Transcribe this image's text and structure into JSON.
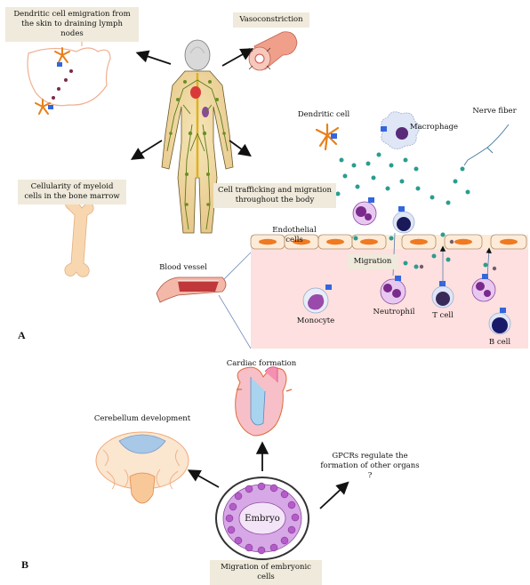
{
  "panel_a": {
    "letter": "A",
    "labels": {
      "dendritic_migration": "Dendritic cell emigration from the skin to draining lymph nodes",
      "vasoconstriction": "Vasoconstriction",
      "myeloid_cellularity": "Cellularity of myeloid cells in the bone marrow",
      "cell_trafficking": "Cell trafficking and migration throughout the body",
      "dendritic_cell": "Dendritic cell",
      "macrophage": "Macrophage",
      "nerve_fiber": "Nerve fiber",
      "endothelial_cells": "Endothelial cells",
      "blood_vessel": "Blood vessel",
      "migration": "Migration",
      "monocyte": "Monocyte",
      "neutrophil": "Neutrophil",
      "t_cell": "T cell",
      "b_cell": "B cell"
    }
  },
  "panel_b": {
    "letter": "B",
    "labels": {
      "cardiac_formation": "Cardiac formation",
      "cerebellum_development": "Cerebellum development",
      "gpcr_question": "GPCRs regulate the formation of other organs ?",
      "embryo": "Embryo",
      "embryonic_migration": "Migration of embryonic cells"
    }
  },
  "colors": {
    "label_box": "#efeadb",
    "vessel_fill": "#fde0df",
    "endothelial_nucleus": "#ee7a22",
    "receptor": "#3366dd",
    "chemokine": "#2a9d8f",
    "embryo_purple": "#b45cc8"
  }
}
